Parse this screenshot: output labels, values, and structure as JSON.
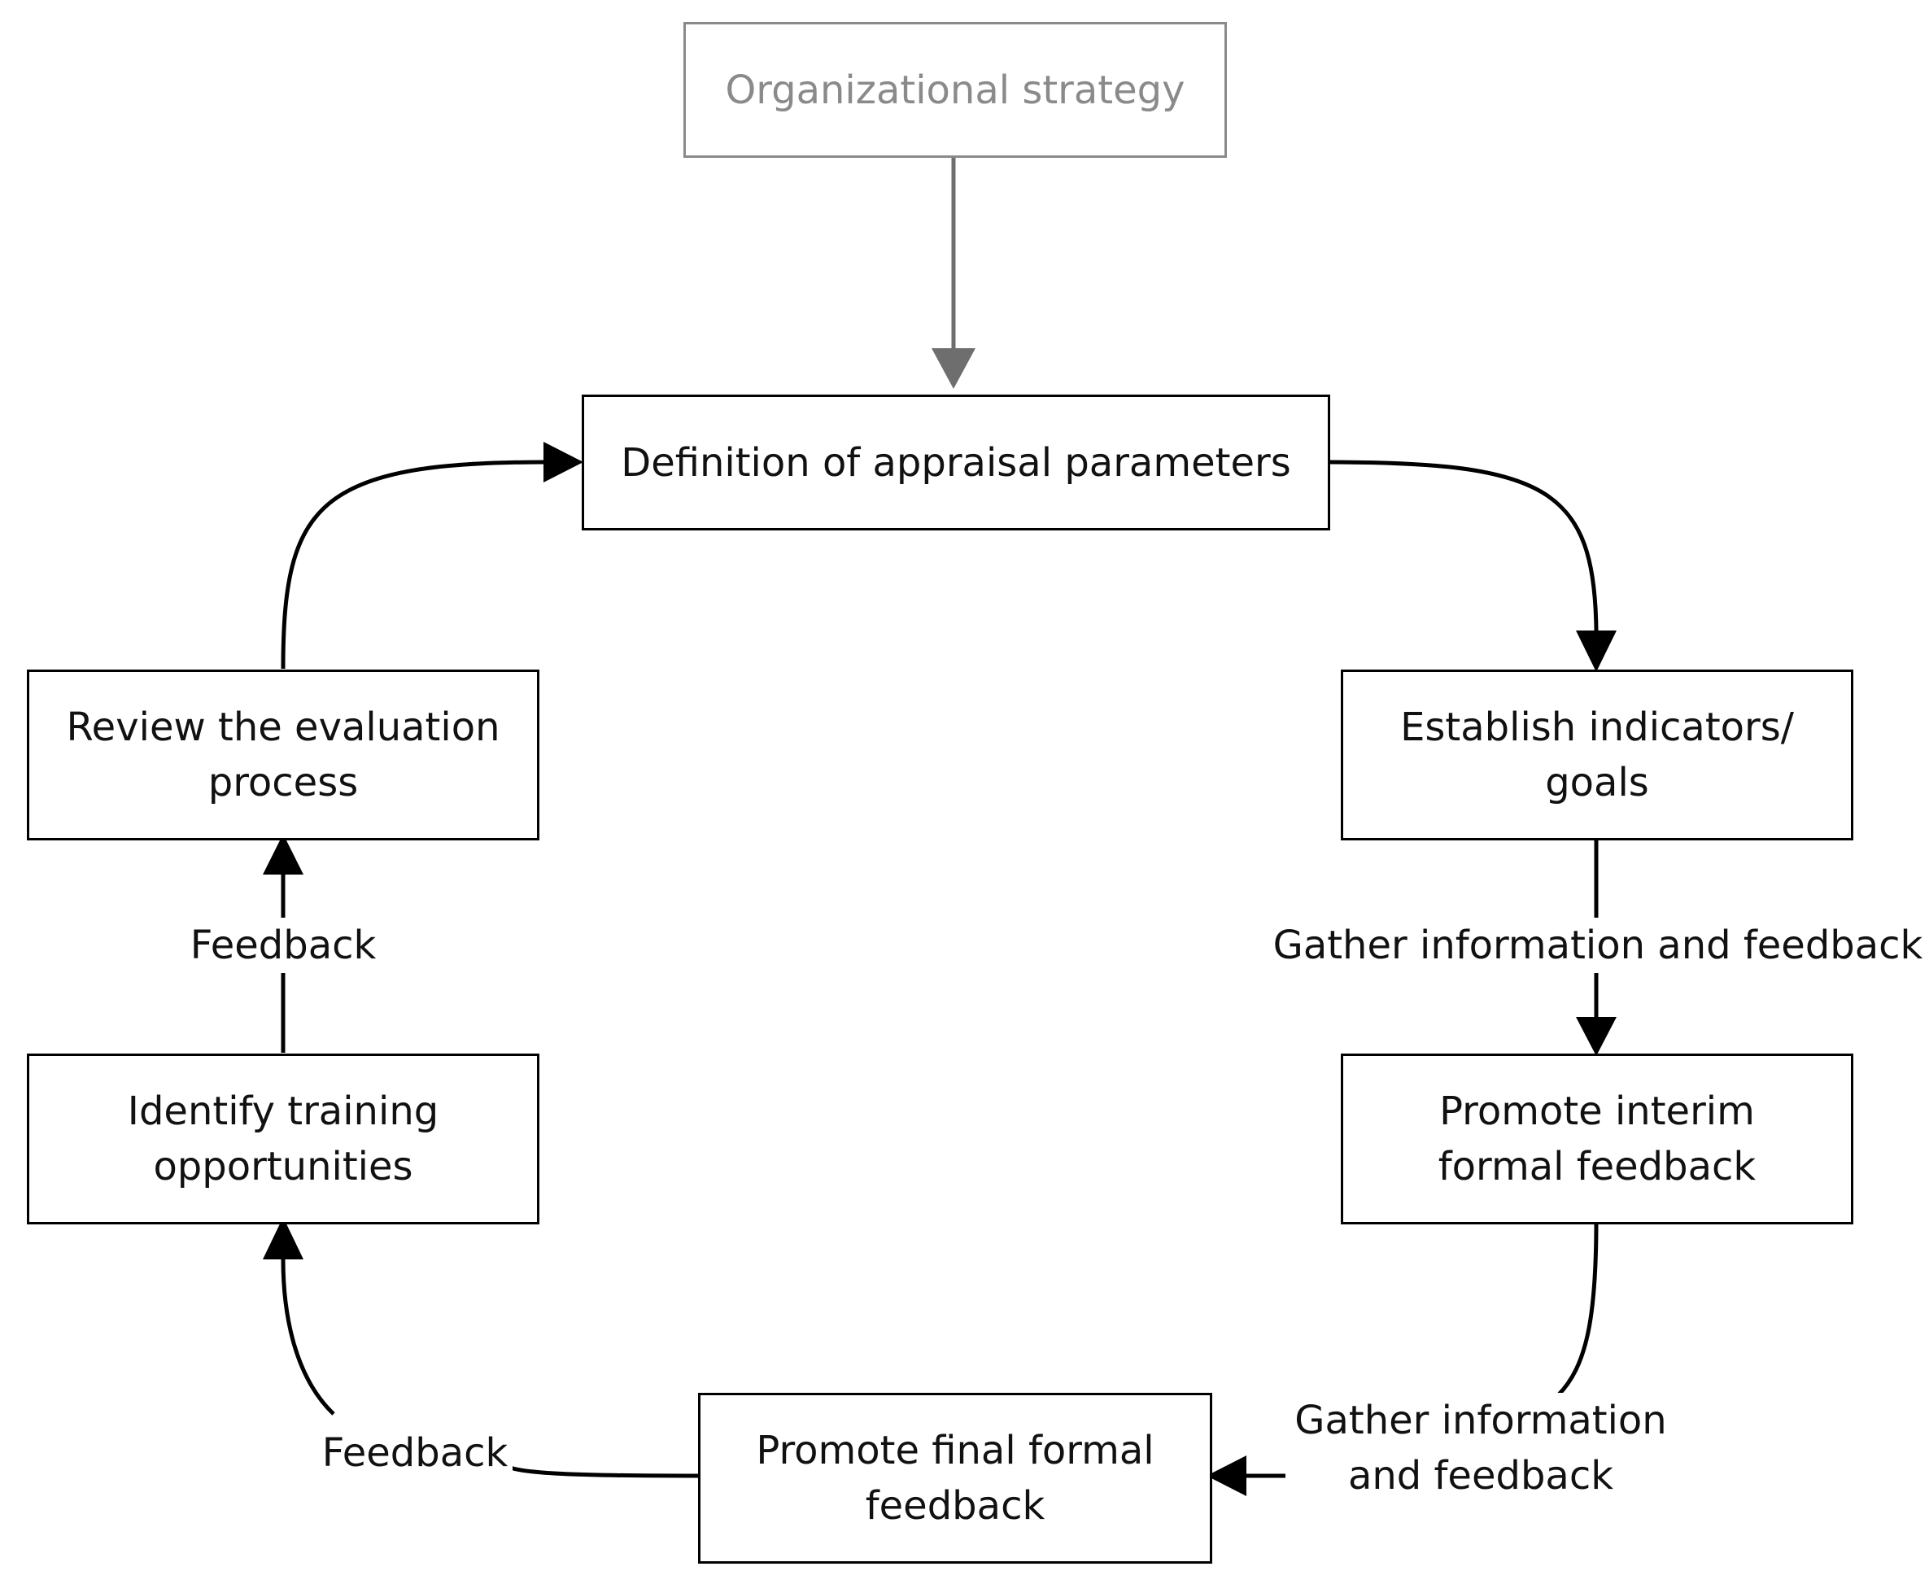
{
  "diagram": {
    "nodes": [
      {
        "id": "strategy",
        "lines": [
          "Organizational strategy"
        ]
      },
      {
        "id": "definition",
        "lines": [
          "Definition of appraisal parameters"
        ]
      },
      {
        "id": "establish",
        "lines": [
          "Establish indicators/",
          "goals"
        ]
      },
      {
        "id": "interim",
        "lines": [
          "Promote interim",
          "formal feedback"
        ]
      },
      {
        "id": "final",
        "lines": [
          "Promote final formal",
          "feedback"
        ]
      },
      {
        "id": "training",
        "lines": [
          "Identify training",
          "opportunities"
        ]
      },
      {
        "id": "review",
        "lines": [
          "Review the evaluation",
          "process"
        ]
      }
    ],
    "edges": [
      {
        "from": "strategy",
        "to": "definition",
        "label": []
      },
      {
        "from": "definition",
        "to": "establish",
        "label": []
      },
      {
        "from": "establish",
        "to": "interim",
        "label": [
          "Gather information and feedback"
        ]
      },
      {
        "from": "interim",
        "to": "final",
        "label": [
          "Gather information",
          "and feedback"
        ]
      },
      {
        "from": "final",
        "to": "training",
        "label": [
          "Feedback"
        ]
      },
      {
        "from": "training",
        "to": "review",
        "label": [
          "Feedback"
        ]
      },
      {
        "from": "review",
        "to": "definition",
        "label": []
      }
    ],
    "colors": {
      "line": "#000000",
      "muted": "#8a8a8a",
      "background": "#ffffff"
    }
  }
}
